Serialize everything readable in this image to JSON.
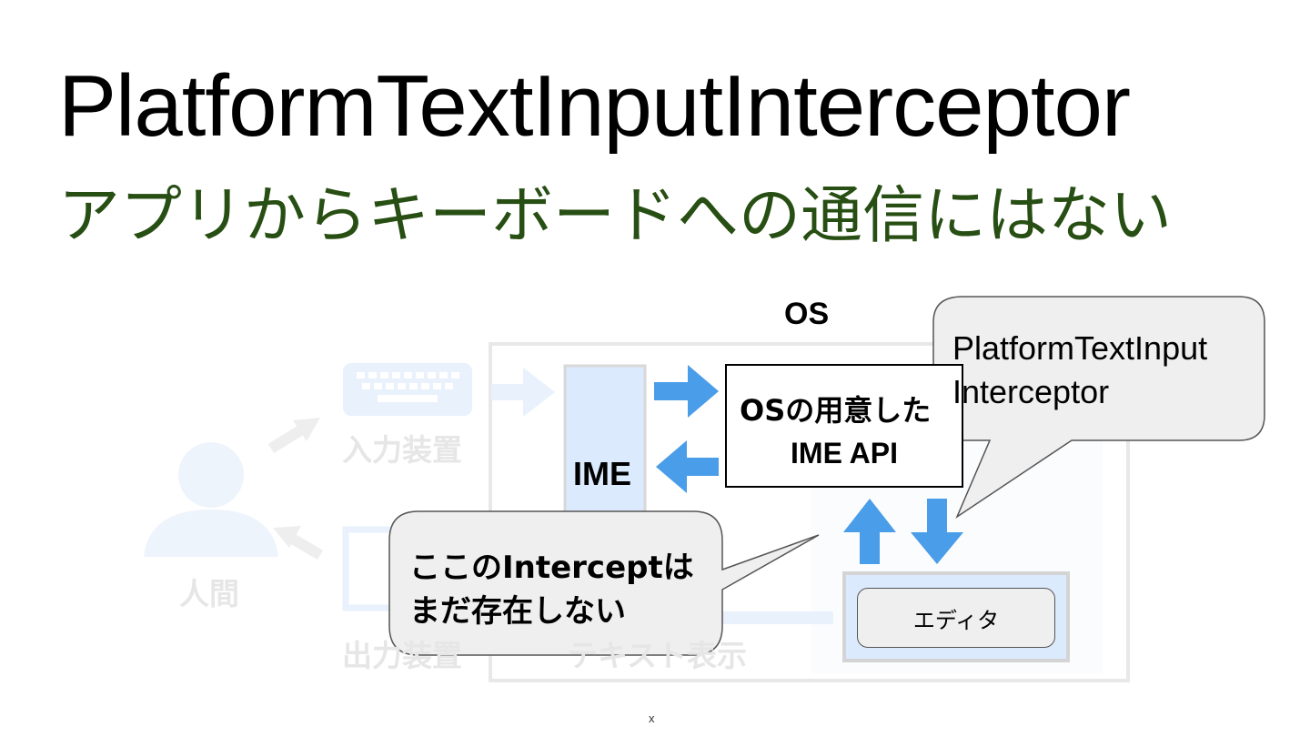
{
  "title": "PlatformTextInputInterceptor",
  "subtitle": "アプリからキーボードへの通信にはない",
  "diagram": {
    "os_label": "OS",
    "ime_label": "IME",
    "api_box": {
      "line1": "OSの用意した",
      "line2": "IME API"
    },
    "editor_label": "エディタ",
    "faded_labels": {
      "input_device": "入力装置",
      "human": "人間",
      "output_device": "出力装置",
      "text_display": "テキスト表示"
    },
    "callout_interceptor": {
      "line1": "PlatformTextInput",
      "line2": "Interceptor"
    },
    "callout_note": {
      "line1": "ここのInterceptは",
      "line2": "まだ存在しない"
    },
    "colors": {
      "arrow_blue": "#4a9de8",
      "ime_fill": "#dbeafc",
      "faded": "#e6e6e6",
      "subtitle": "#274e13"
    }
  },
  "footer_mark": "x",
  "icons": [
    "keyboard-icon",
    "person-icon",
    "monitor-icon"
  ]
}
